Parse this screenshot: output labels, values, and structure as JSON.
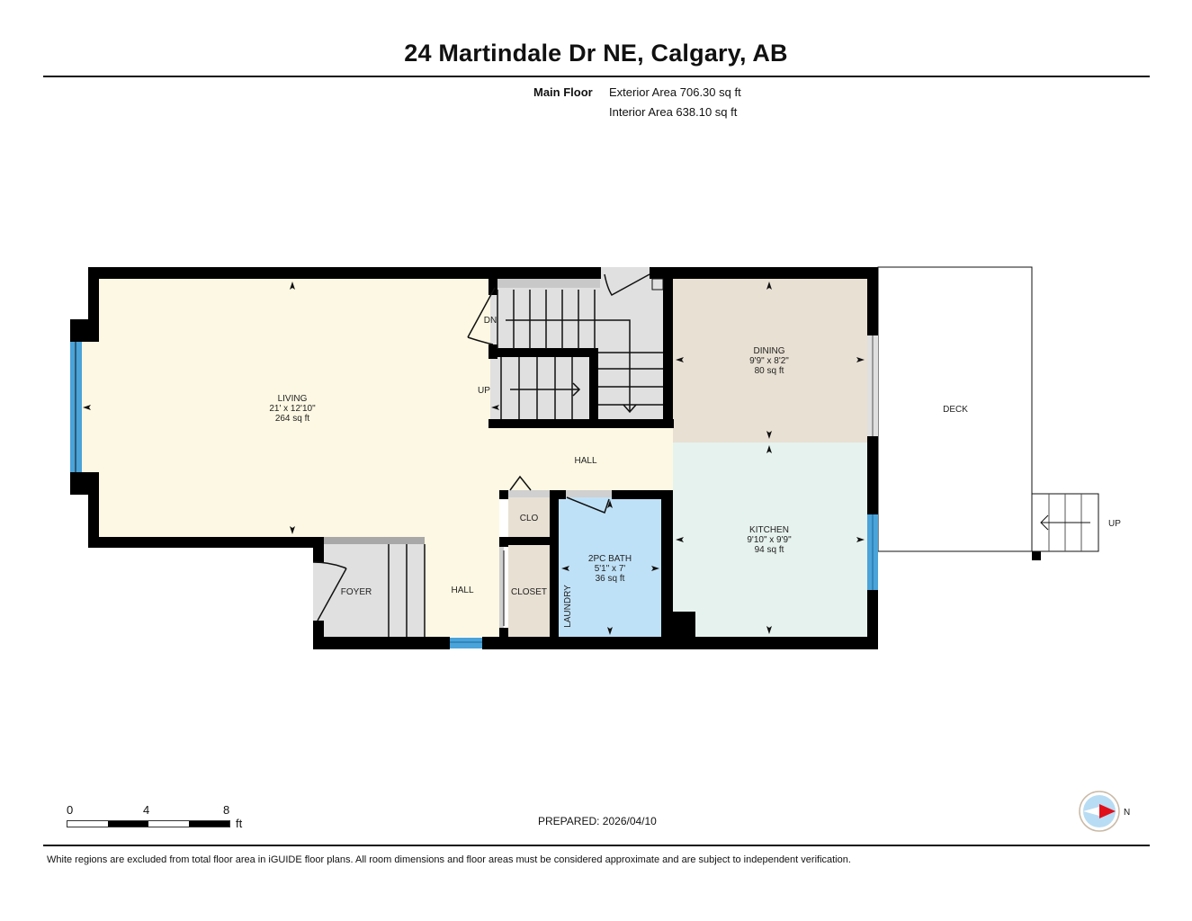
{
  "header": {
    "title": "24 Martindale Dr NE, Calgary, AB",
    "floor_name": "Main Floor",
    "exterior_area": "Exterior Area 706.30 sq ft",
    "interior_area": "Interior Area 638.10 sq ft"
  },
  "rooms": {
    "living": {
      "name": "LIVING",
      "dims": "21' x 12'10\"",
      "area": "264 sq ft",
      "color": "#fdf8e3"
    },
    "dining": {
      "name": "DINING",
      "dims": "9'9\" x 8'2\"",
      "area": "80 sq ft",
      "color": "#e8e0d3"
    },
    "kitchen": {
      "name": "KITCHEN",
      "dims": "9'10\" x 9'9\"",
      "area": "94 sq ft",
      "color": "#e6f2ee"
    },
    "bath": {
      "name": "2PC BATH",
      "dims": "5'1\" x 7'",
      "area": "36 sq ft",
      "color": "#bfe1f7"
    },
    "hall_upper": {
      "name": "HALL"
    },
    "hall_lower": {
      "name": "HALL"
    },
    "foyer": {
      "name": "FOYER"
    },
    "clo": {
      "name": "CLO"
    },
    "closet": {
      "name": "CLOSET"
    },
    "laundry": {
      "name": "LAUNDRY"
    },
    "deck": {
      "name": "DECK"
    }
  },
  "stairs": {
    "down_label": "DN",
    "up_label": "UP",
    "deck_up_label": "UP"
  },
  "colors": {
    "wall": "#000000",
    "window": "#4aa3d9",
    "stairs": "#e0e0e0",
    "hall": "#fdf8e3",
    "closet": "#e8e0d3"
  },
  "scale": {
    "ticks": [
      "0",
      "4",
      "8"
    ],
    "unit": "ft"
  },
  "footer": {
    "prepared": "PREPARED: 2026/04/10",
    "disclaimer": "White regions are excluded from total floor area in iGUIDE floor plans. All room dimensions and floor areas must be considered approximate and are subject to independent verification."
  },
  "compass": {
    "direction_label": "N"
  }
}
